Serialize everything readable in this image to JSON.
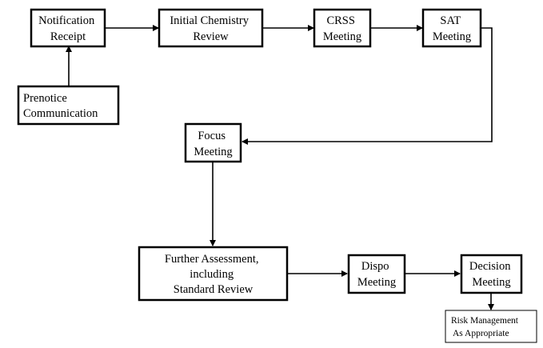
{
  "nodes": {
    "notification_receipt": {
      "lines": [
        "Notification",
        "Receipt"
      ]
    },
    "initial_chemistry_review": {
      "lines": [
        "Initial Chemistry",
        "Review"
      ]
    },
    "crss_meeting": {
      "lines": [
        "CRSS",
        "Meeting"
      ]
    },
    "sat_meeting": {
      "lines": [
        "SAT",
        "Meeting"
      ]
    },
    "prenotice_communication": {
      "lines": [
        "Prenotice",
        "Communication"
      ]
    },
    "focus_meeting": {
      "lines": [
        "Focus",
        "Meeting"
      ]
    },
    "further_assessment": {
      "lines": [
        "Further Assessment,",
        "including",
        "Standard Review"
      ]
    },
    "dispo_meeting": {
      "lines": [
        "Dispo",
        "Meeting"
      ]
    },
    "decision_meeting": {
      "lines": [
        "Decision",
        "Meeting"
      ]
    },
    "risk_management": {
      "lines": [
        "Risk Management",
        "As Appropriate"
      ]
    }
  },
  "edges": [
    {
      "from": "prenotice_communication",
      "to": "notification_receipt"
    },
    {
      "from": "notification_receipt",
      "to": "initial_chemistry_review"
    },
    {
      "from": "initial_chemistry_review",
      "to": "crss_meeting"
    },
    {
      "from": "crss_meeting",
      "to": "sat_meeting"
    },
    {
      "from": "sat_meeting",
      "to": "focus_meeting"
    },
    {
      "from": "focus_meeting",
      "to": "further_assessment"
    },
    {
      "from": "further_assessment",
      "to": "dispo_meeting"
    },
    {
      "from": "dispo_meeting",
      "to": "decision_meeting"
    },
    {
      "from": "decision_meeting",
      "to": "risk_management"
    }
  ]
}
